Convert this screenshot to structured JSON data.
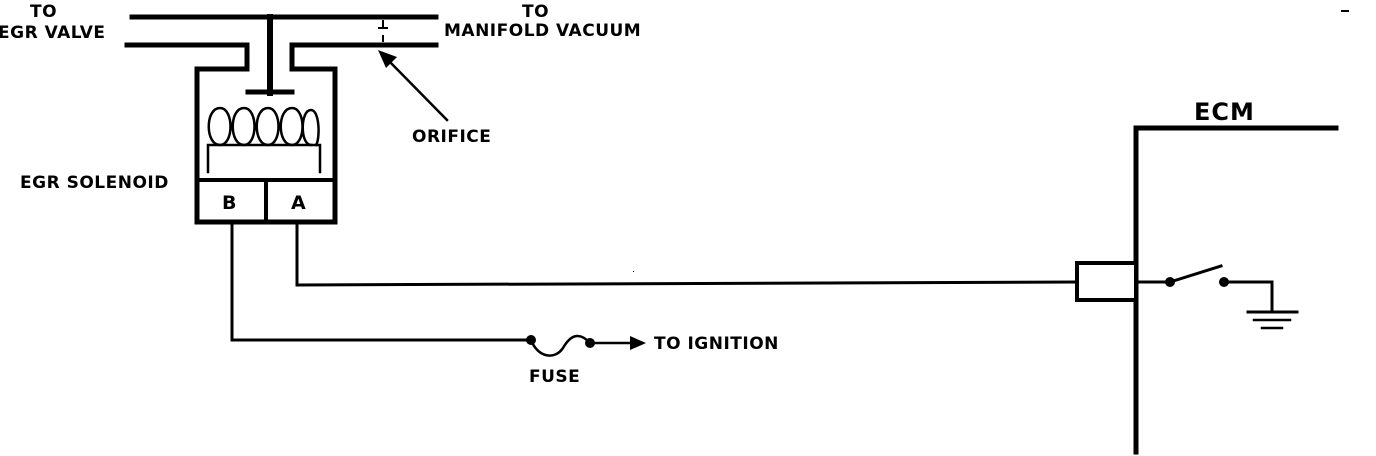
{
  "labels": {
    "to_egr_line1": "TO",
    "to_egr_line2": "EGR VALVE",
    "to_vac_line1": "TO",
    "to_vac_line2": "MANIFOLD VACUUM",
    "orifice": "ORIFICE",
    "egr_solenoid": "EGR SOLENOID",
    "terminal_b": "B",
    "terminal_a": "A",
    "fuse": "FUSE",
    "to_ignition": "TO IGNITION",
    "ecm": "ECM"
  },
  "colors": {
    "ink": "#000000",
    "background": "#ffffff"
  }
}
